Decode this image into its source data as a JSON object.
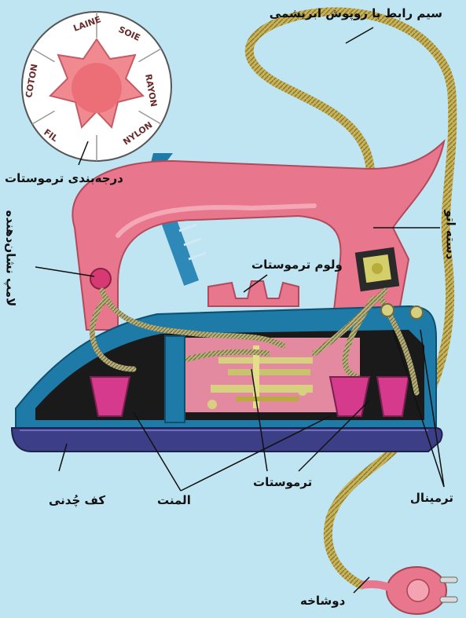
{
  "labels": {
    "cord": "سیم رابط با روپوش ابریشمی",
    "thermostat_scale": "درجه‌بندی ترموستات",
    "iron_handle": "دسته اتو",
    "indicator_lamp": "لامپ نشان‌دهنده",
    "thermostat_knob": "ولوم ترموستات",
    "thermostat": "ترموستات",
    "element": "المنت",
    "soleplate": "کف چُدنی",
    "terminal": "ترمینال",
    "plug": "دوشاخه"
  },
  "dial": {
    "settings": [
      "SOIE",
      "RAYON",
      "NYLON",
      "FIL",
      "COTON",
      "LAINE"
    ]
  },
  "colors": {
    "background": "#bfe4f2",
    "body_pink": "#e8768c",
    "base_navy": "#3c3f86",
    "housing_teal": "#1e7aa6",
    "cord_gold": "#c9b35a"
  }
}
